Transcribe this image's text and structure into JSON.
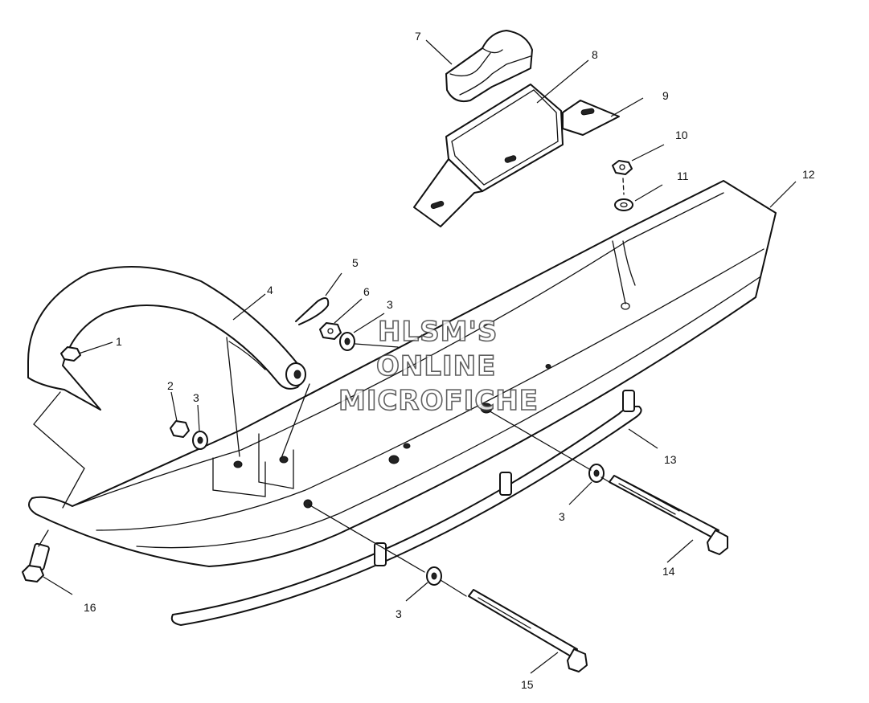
{
  "callouts": {
    "c1": "1",
    "c2": "2",
    "c3a": "3",
    "c3b": "3",
    "c3c": "3",
    "c3d": "3",
    "c4": "4",
    "c5": "5",
    "c6": "6",
    "c7": "7",
    "c8": "8",
    "c9": "9",
    "c10": "10",
    "c11": "11",
    "c12": "12",
    "c13": "13",
    "c14": "14",
    "c15": "15",
    "c16": "16"
  },
  "watermark": {
    "line1": "HLSM'S",
    "line2": "ONLINE",
    "line3": "MICROFICHE"
  }
}
